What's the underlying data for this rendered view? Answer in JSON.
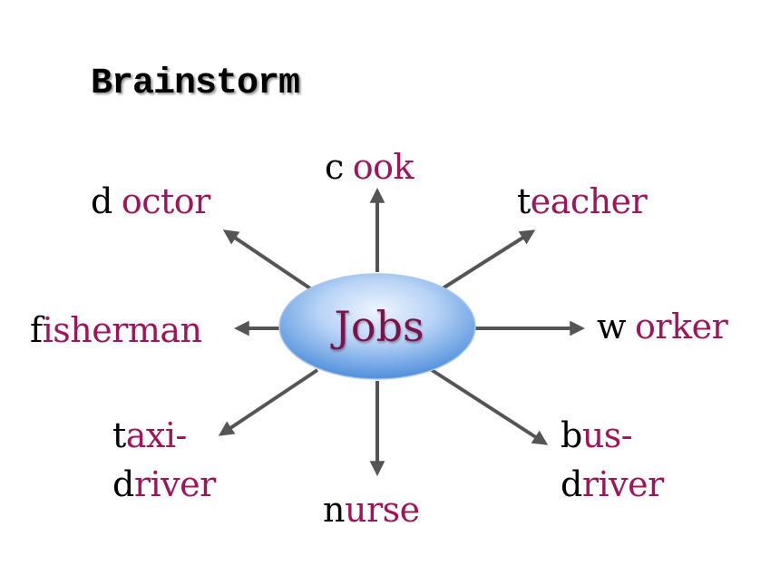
{
  "title": "Brainstorm",
  "center": "Jobs",
  "colors": {
    "first_letter": "#000000",
    "rest_letters": "#a0155a",
    "arrow": "#555555",
    "ellipse_light": "#dbe9fb",
    "ellipse_dark": "#4f8fdc"
  },
  "jobs": {
    "cook": {
      "first": "c",
      "rest": "ook"
    },
    "doctor": {
      "first": "d",
      "rest": "octor"
    },
    "teacher": {
      "first": "t",
      "rest": "eacher"
    },
    "fisherman": {
      "first": "f",
      "rest": "isherman"
    },
    "worker": {
      "first": "w",
      "rest": "orker"
    },
    "taxi_driver": {
      "line1_first": "t",
      "line1_rest": "axi-",
      "line2_first": "d",
      "line2_rest": "river"
    },
    "nurse": {
      "first": "n",
      "rest": "urse"
    },
    "bus_driver": {
      "line1_first": "b",
      "line1_rest": "us-",
      "line2_first": "d",
      "line2_rest": "river"
    }
  }
}
